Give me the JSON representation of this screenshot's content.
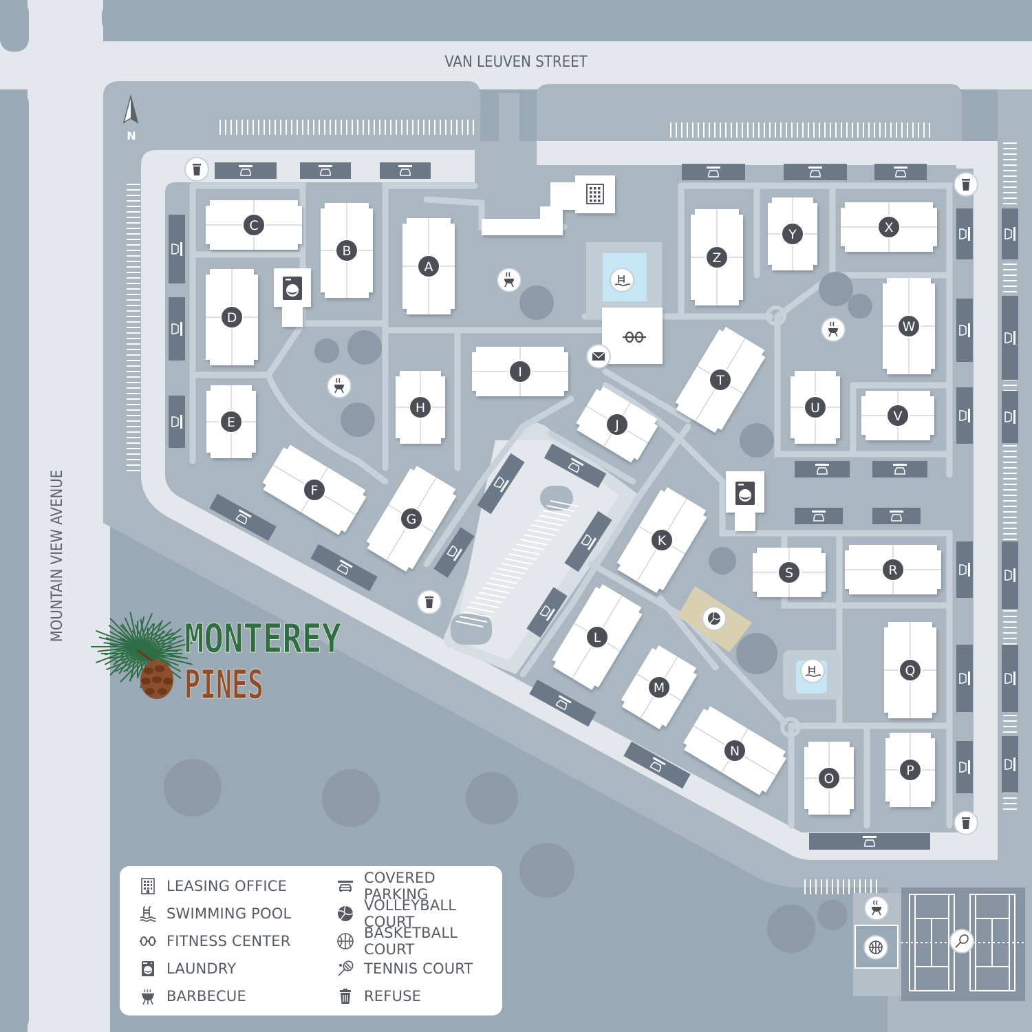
{
  "streets": {
    "north": "VAN LEUVEN STREET",
    "west": "MOUNTAIN VIEW AVENUE"
  },
  "compass": {
    "label": "N"
  },
  "buildings": [
    "A",
    "B",
    "C",
    "D",
    "E",
    "F",
    "G",
    "H",
    "I",
    "J",
    "K",
    "L",
    "M",
    "N",
    "O",
    "P",
    "Q",
    "R",
    "S",
    "T",
    "U",
    "V",
    "W",
    "X",
    "Y",
    "Z"
  ],
  "logo": {
    "line1": "MONTEREY",
    "line2": "PINES"
  },
  "legend": {
    "items": [
      {
        "icon": "leasing-office-icon",
        "label": "LEASING OFFICE"
      },
      {
        "icon": "swimming-pool-icon",
        "label": "SWIMMING POOL"
      },
      {
        "icon": "fitness-center-icon",
        "label": "FITNESS CENTER"
      },
      {
        "icon": "laundry-icon",
        "label": "LAUNDRY"
      },
      {
        "icon": "barbecue-icon",
        "label": "BARBECUE"
      },
      {
        "icon": "covered-parking-icon",
        "label": "COVERED PARKING"
      },
      {
        "icon": "volleyball-court-icon",
        "label": "VOLLEYBALL COURT"
      },
      {
        "icon": "basketball-court-icon",
        "label": "BASKETBALL COURT"
      },
      {
        "icon": "tennis-court-icon",
        "label": "TENNIS COURT"
      },
      {
        "icon": "refuse-icon",
        "label": "REFUSE"
      }
    ]
  },
  "colors": {
    "ground": "#9aa9b6",
    "street": "#e4e8ec",
    "site": "#aab6c0",
    "walkway": "#c8d1d9",
    "building": "#ffffff",
    "carport": "#6b7888",
    "badge": "#4b4e54",
    "pool": "#c6e6f6",
    "court": "#d9d0b2",
    "tennis": "#8593a2",
    "logo_green": "#2f6e45",
    "logo_brown": "#8d4f2b"
  }
}
